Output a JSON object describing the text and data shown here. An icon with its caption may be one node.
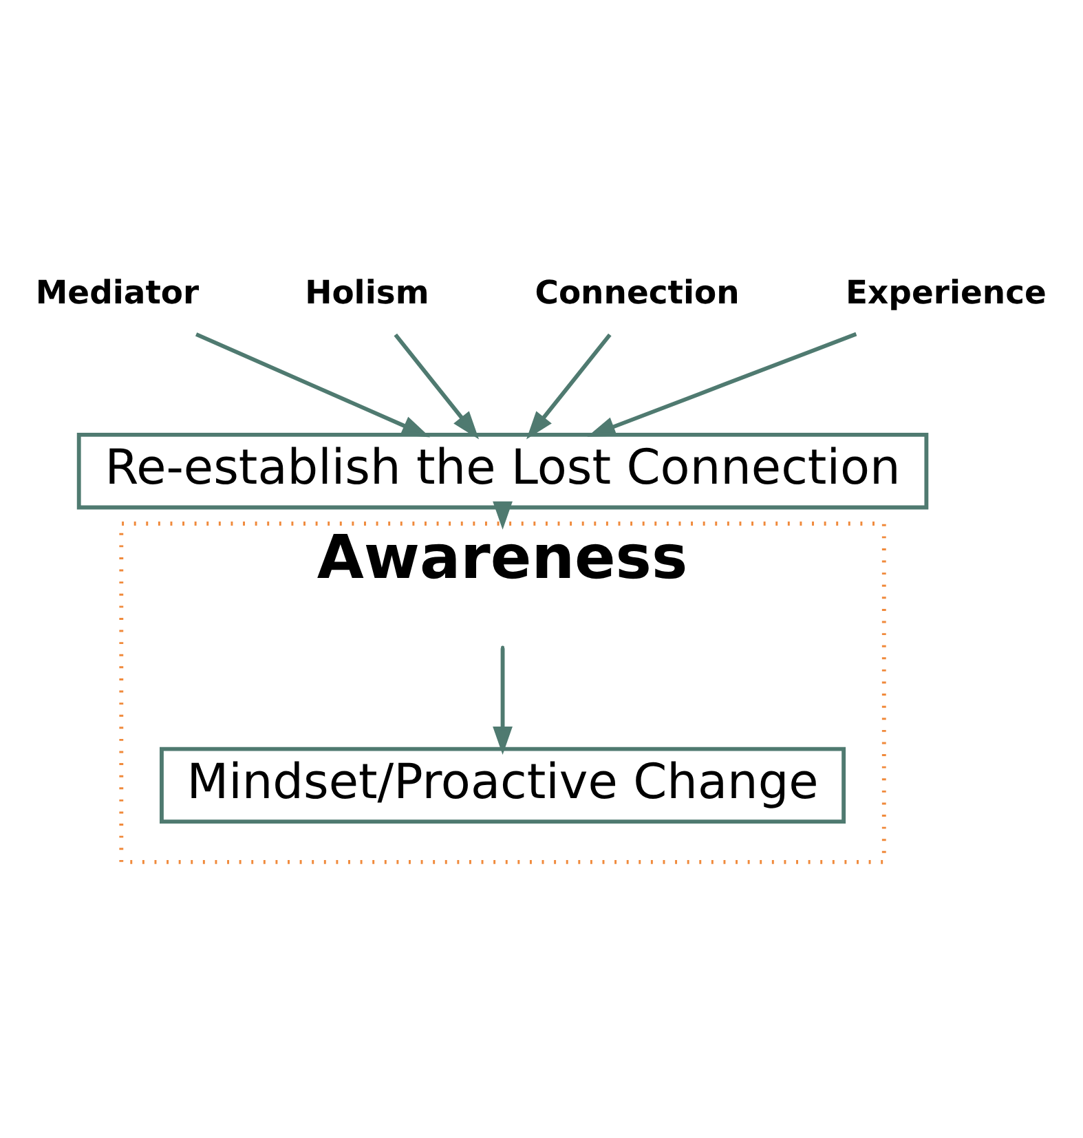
{
  "diagram": {
    "nodes": [
      {
        "text": [
          "Mediator"
        ]
      },
      {
        "text": [
          "Holism"
        ]
      },
      {
        "text": [
          "Connection"
        ]
      },
      {
        "text": [
          "Experience"
        ]
      },
      {
        "text": [
          "Re-establish the Lost Connection"
        ]
      },
      {
        "text": [
          "Awareness"
        ]
      },
      {
        "text": [
          "Mindset/Proactive Change"
        ],
        "in": 5
      }
    ],
    "edges": [
      {
        "from": 0,
        "to": 4,
        "arrow": "to"
      },
      {
        "from": 1,
        "to": 4,
        "arrow": "to"
      },
      {
        "from": 2,
        "to": 4,
        "arrow": "to"
      },
      {
        "from": 3,
        "to": 4,
        "arrow": "to"
      },
      {
        "from": 4,
        "to": 5,
        "arrow": "to"
      },
      {
        "from": 5,
        "to": 6,
        "arrow": "to"
      }
    ]
  }
}
